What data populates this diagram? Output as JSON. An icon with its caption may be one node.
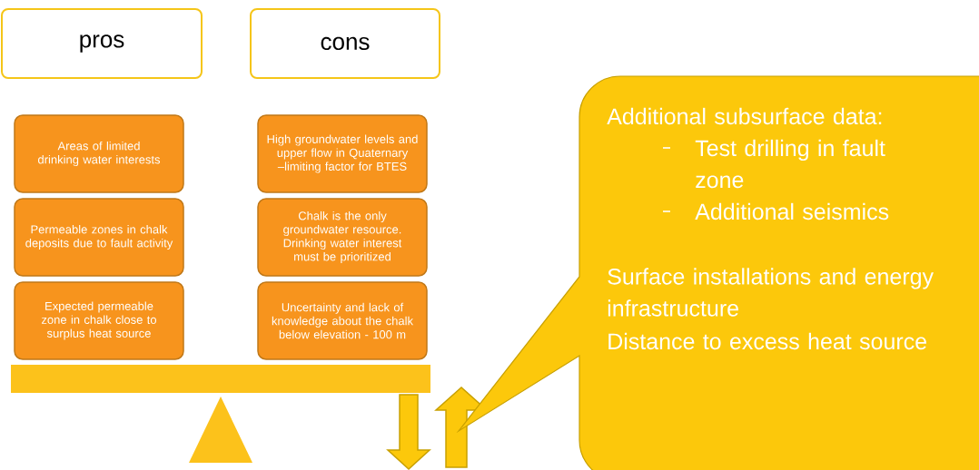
{
  "diagram": {
    "nodes": [
      {
        "text": [
          "pros"
        ]
      },
      {
        "text": [
          "cons"
        ]
      },
      {
        "text": [
          "Areas of limited drinking water interests"
        ]
      },
      {
        "text": [
          "Permeable zones in chalk deposits due to fault activity"
        ]
      },
      {
        "text": [
          "Expected permeable zone in chalk close to surplus heat source"
        ]
      },
      {
        "text": [
          "High groundwater levels and upper flow in Quaternary –limiting factor for BTES"
        ]
      },
      {
        "text": [
          "Chalk is the only groundwater resource. Drinking water interest must be prioritized"
        ]
      },
      {
        "text": [
          "Uncertainty and lack of knowledge about the chalk below elevation - 100 m"
        ]
      },
      {
        "text": [
          "Additional subsurface data:",
          "Test drilling in fault zone",
          "Additional seismics",
          "Surface installations and energy infrastructure",
          "Distance to excess heat source"
        ]
      }
    ]
  }
}
